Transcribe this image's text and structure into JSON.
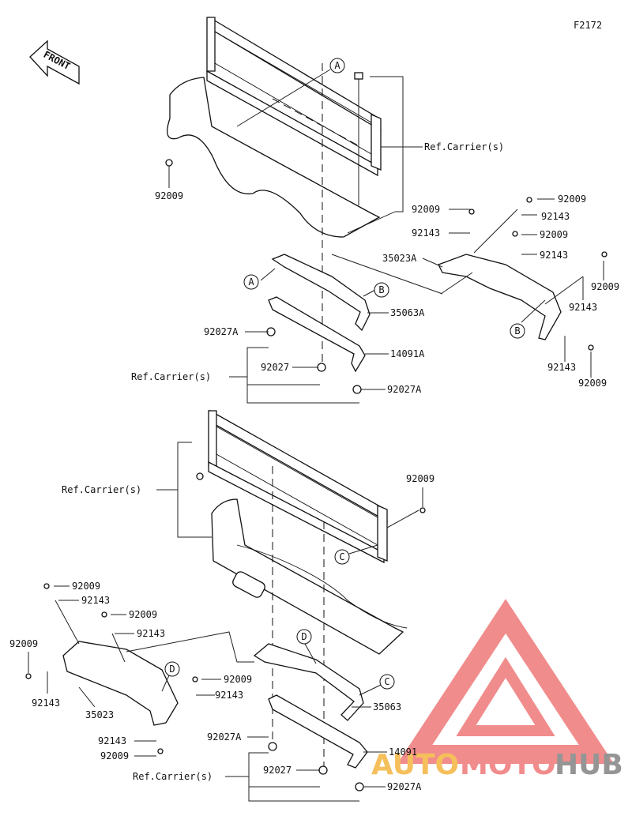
{
  "figure_code": "F2172",
  "front_label": "FRONT",
  "watermark": {
    "word_a": "AUTO",
    "word_b": "MOTO",
    "word_c": "HUB",
    "color_red": "#f08080",
    "color_orange": "#f5b94a",
    "color_gray": "#8a8a8a"
  },
  "labels": [
    {
      "id": "l1",
      "text": "A"
    },
    {
      "id": "l2",
      "text": "Ref.Carrier(s)"
    },
    {
      "id": "l3",
      "text": "92009"
    },
    {
      "id": "l4",
      "text": "92009"
    },
    {
      "id": "l5",
      "text": "92009"
    },
    {
      "id": "l6",
      "text": "92143"
    },
    {
      "id": "l7",
      "text": "92143"
    },
    {
      "id": "l8",
      "text": "92009"
    },
    {
      "id": "l9",
      "text": "35023A"
    },
    {
      "id": "l10",
      "text": "92143"
    },
    {
      "id": "l11",
      "text": "A"
    },
    {
      "id": "l12",
      "text": "B"
    },
    {
      "id": "l13",
      "text": "35063A"
    },
    {
      "id": "l14",
      "text": "92009"
    },
    {
      "id": "l15",
      "text": "92143"
    },
    {
      "id": "l16",
      "text": "B"
    },
    {
      "id": "l17",
      "text": "92027A"
    },
    {
      "id": "l18",
      "text": "14091A"
    },
    {
      "id": "l19",
      "text": "92027"
    },
    {
      "id": "l20",
      "text": "Ref.Carrier(s)"
    },
    {
      "id": "l21",
      "text": "92027A"
    },
    {
      "id": "l22",
      "text": "92143"
    },
    {
      "id": "l23",
      "text": "92009"
    },
    {
      "id": "l24",
      "text": "Ref.Carrier(s)"
    },
    {
      "id": "l25",
      "text": "92009"
    },
    {
      "id": "l26",
      "text": "C"
    },
    {
      "id": "l27",
      "text": "92009"
    },
    {
      "id": "l28",
      "text": "92143"
    },
    {
      "id": "l29",
      "text": "92009"
    },
    {
      "id": "l30",
      "text": "92143"
    },
    {
      "id": "l31",
      "text": "92009"
    },
    {
      "id": "l32",
      "text": "D"
    },
    {
      "id": "l33",
      "text": "D"
    },
    {
      "id": "l34",
      "text": "C"
    },
    {
      "id": "l35",
      "text": "92009"
    },
    {
      "id": "l36",
      "text": "92143"
    },
    {
      "id": "l37",
      "text": "92143"
    },
    {
      "id": "l38",
      "text": "35063"
    },
    {
      "id": "l39",
      "text": "35023"
    },
    {
      "id": "l40",
      "text": "92143"
    },
    {
      "id": "l41",
      "text": "92009"
    },
    {
      "id": "l42",
      "text": "92027A"
    },
    {
      "id": "l43",
      "text": "14091"
    },
    {
      "id": "l44",
      "text": "92027"
    },
    {
      "id": "l45",
      "text": "Ref.Carrier(s)"
    },
    {
      "id": "l46",
      "text": "92027A"
    }
  ]
}
